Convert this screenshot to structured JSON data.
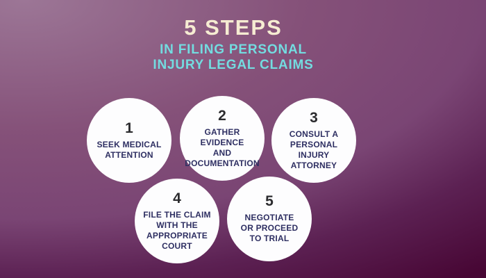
{
  "header": {
    "title": "5 STEPS",
    "subtitle": "IN FILING PERSONAL\nINJURY LEGAL CLAIMS"
  },
  "steps": [
    {
      "number": "1",
      "label": "SEEK MEDICAL\nATTENTION"
    },
    {
      "number": "2",
      "label": "GATHER EVIDENCE\nAND\nDOCUMENTATION"
    },
    {
      "number": "3",
      "label": "CONSULT A\nPERSONAL INJURY\nATTORNEY"
    },
    {
      "number": "4",
      "label": "FILE THE CLAIM\nWITH THE\nAPPROPRIATE\nCOURT"
    },
    {
      "number": "5",
      "label": "NEGOTIATE\nOR PROCEED\nTO TRIAL"
    }
  ],
  "colors": {
    "background_gradient_start": "#9c7696",
    "background_gradient_end": "#470634",
    "title_text": "#f6ecd2",
    "subtitle_text": "#73dce0",
    "circle_fill": "#fdfdfe",
    "step_number_text": "#2b2b2e",
    "step_label_text": "#2e2f62"
  }
}
